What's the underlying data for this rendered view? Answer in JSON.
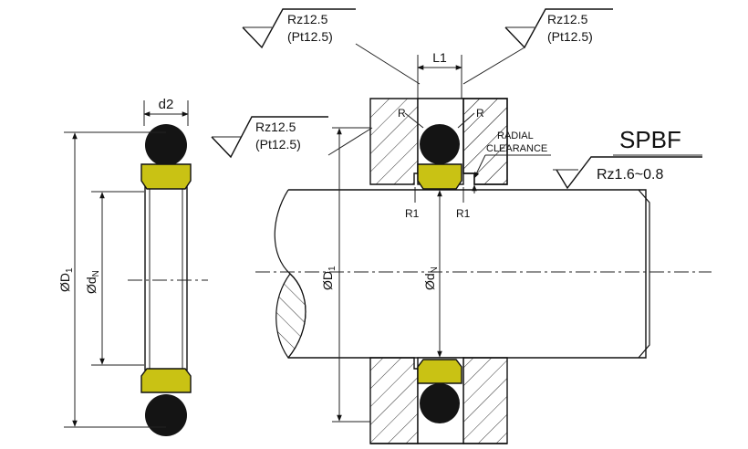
{
  "seal_name": "SPBF",
  "colors": {
    "oring": "#141414",
    "seal_ring": "#c9c214",
    "line": "#111111"
  },
  "left_view": {
    "d2": "d2",
    "outer_dia": "ØD",
    "outer_dia_sub": "1",
    "inner_dia": "Ød",
    "inner_dia_sub": "N"
  },
  "section_view": {
    "l1": "L1",
    "r_left": "R",
    "r_right": "R",
    "r1_left": "R1",
    "r1_right": "R1",
    "radial_1": "RADIAL",
    "radial_2": "CLEARANCE",
    "outer_dia": "ØD",
    "outer_dia_sub": "1",
    "inner_dia": "Ød",
    "inner_dia_sub": "N"
  },
  "roughness": {
    "top_left_1": "Rz12.5",
    "top_left_2": "(Pt12.5)",
    "top_right_1": "Rz12.5",
    "top_right_2": "(Pt12.5)",
    "groove_1": "Rz12.5",
    "groove_2": "(Pt12.5)",
    "shaft": "Rz1.6~0.8"
  }
}
